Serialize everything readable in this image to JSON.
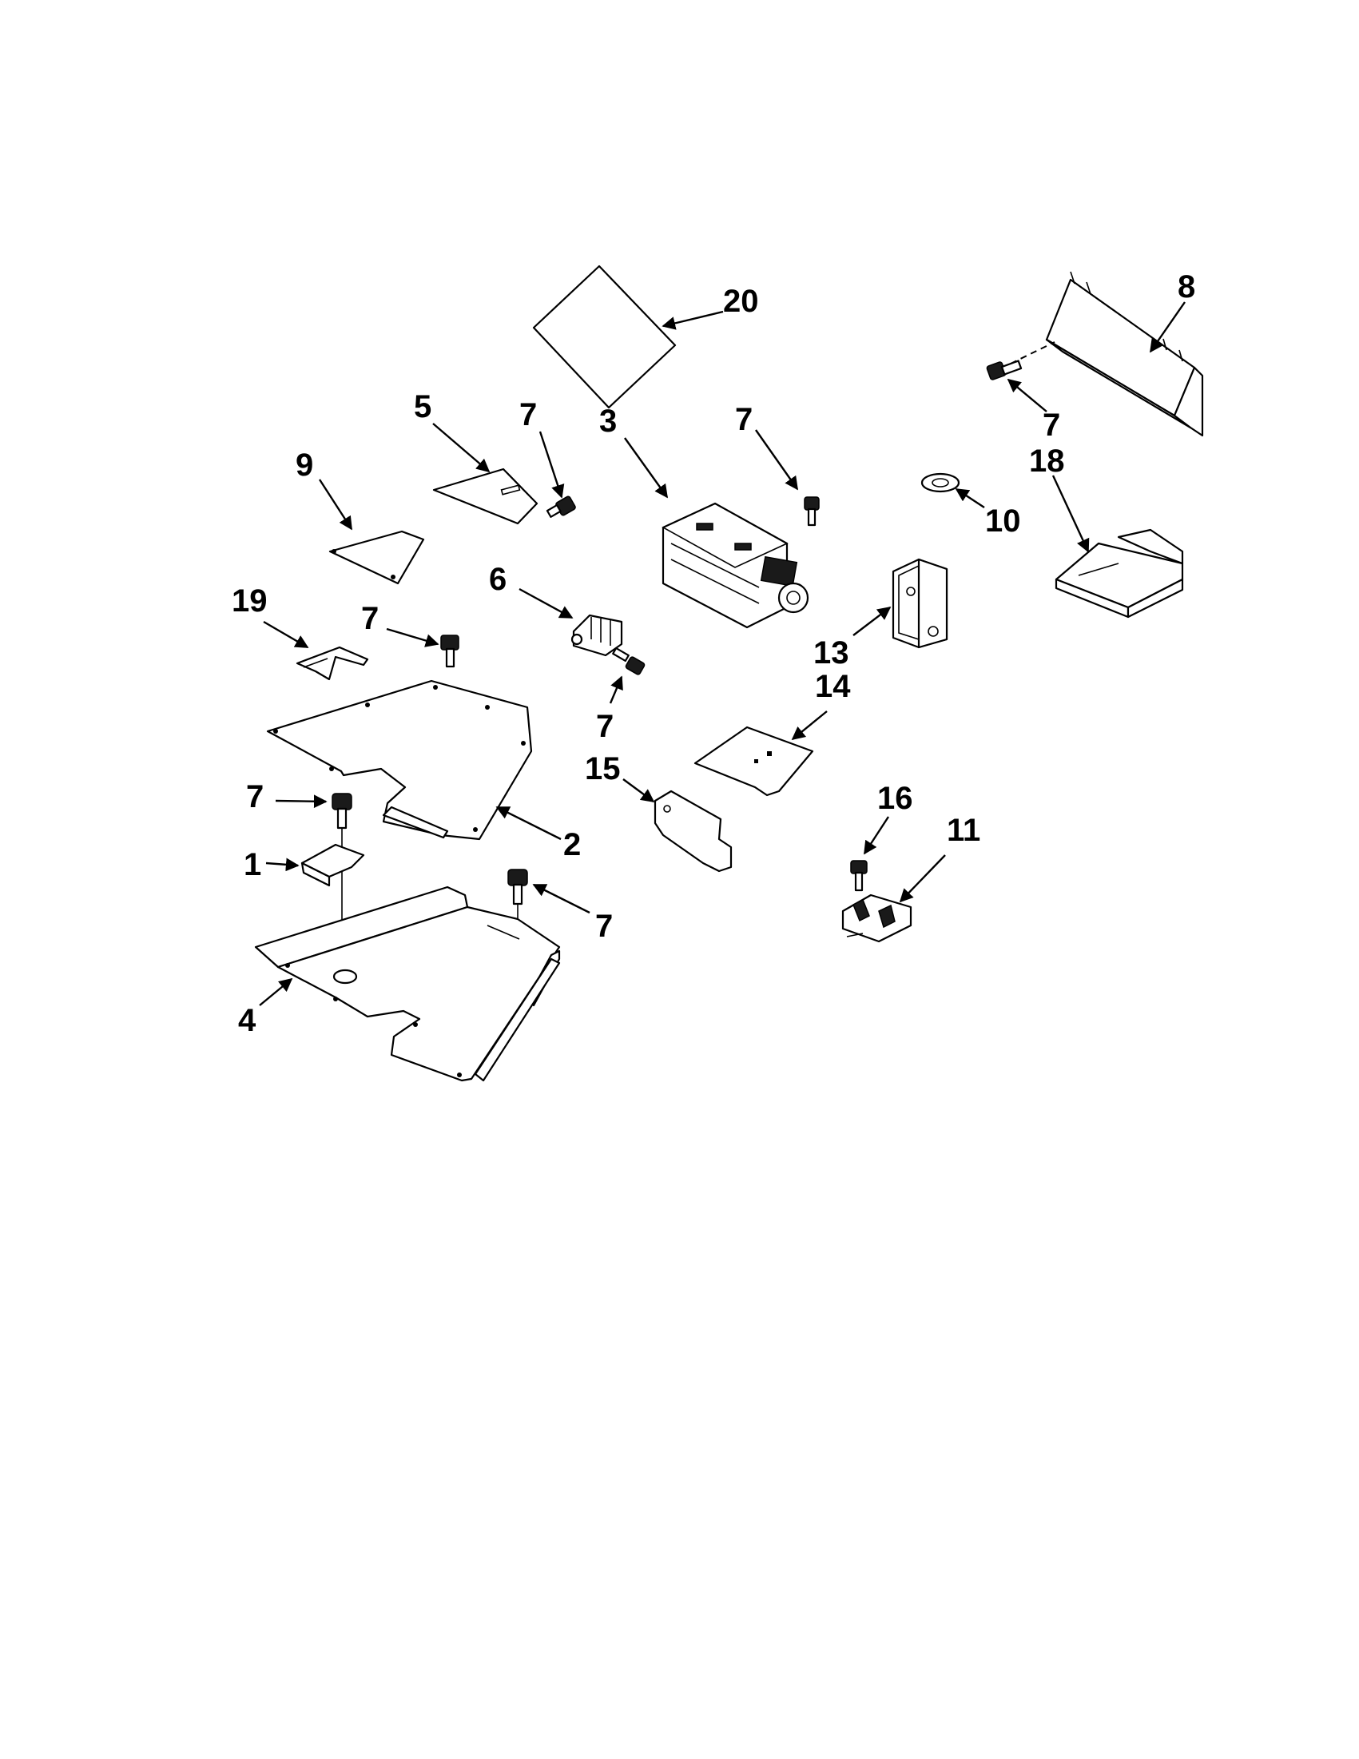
{
  "callouts": [
    {
      "id": "c20",
      "label": "20"
    },
    {
      "id": "c8",
      "label": "8"
    },
    {
      "id": "c7a",
      "label": "7"
    },
    {
      "id": "c18",
      "label": "18"
    },
    {
      "id": "c5",
      "label": "5"
    },
    {
      "id": "c7b",
      "label": "7"
    },
    {
      "id": "c3",
      "label": "3"
    },
    {
      "id": "c7c",
      "label": "7"
    },
    {
      "id": "c10",
      "label": "10"
    },
    {
      "id": "c9",
      "label": "9"
    },
    {
      "id": "c6",
      "label": "6"
    },
    {
      "id": "c19",
      "label": "19"
    },
    {
      "id": "c7d",
      "label": "7"
    },
    {
      "id": "c13",
      "label": "13"
    },
    {
      "id": "c14",
      "label": "14"
    },
    {
      "id": "c7e",
      "label": "7"
    },
    {
      "id": "c15",
      "label": "15"
    },
    {
      "id": "c7f",
      "label": "7"
    },
    {
      "id": "c2",
      "label": "2"
    },
    {
      "id": "c16",
      "label": "16"
    },
    {
      "id": "c11",
      "label": "11"
    },
    {
      "id": "c1",
      "label": "1"
    },
    {
      "id": "c7g",
      "label": "7"
    },
    {
      "id": "c4",
      "label": "4"
    }
  ]
}
